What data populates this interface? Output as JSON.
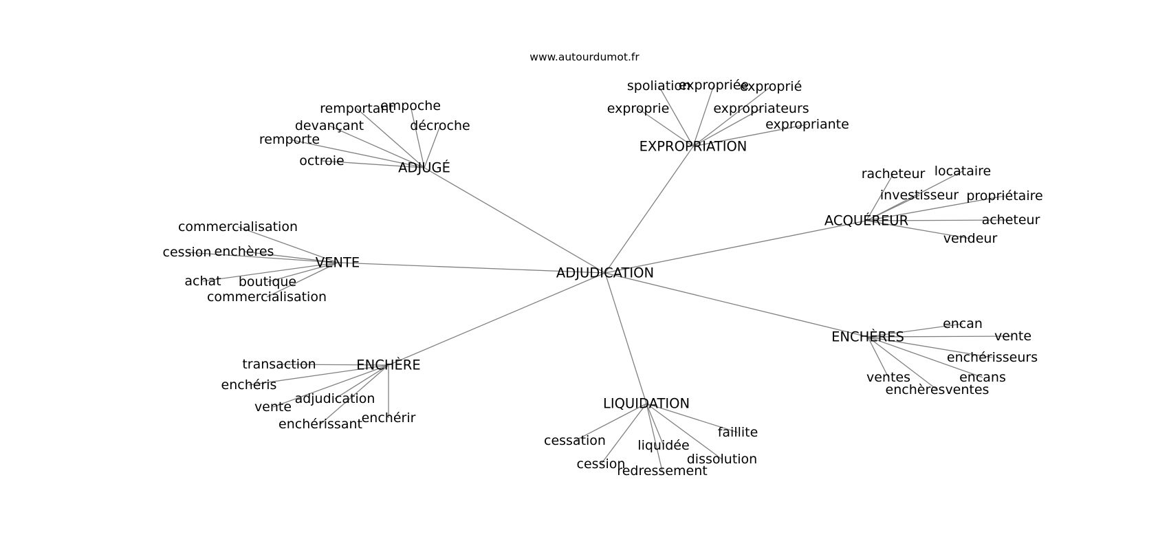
{
  "site": "www.autourdumot.fr",
  "center": "ADJUDICATION",
  "hubs": [
    {
      "label": "ADJUGÉ",
      "words": [
        "remportant",
        "empoche",
        "décroche",
        "devançant",
        "remporte",
        "octroie"
      ]
    },
    {
      "label": "EXPROPRIATION",
      "words": [
        "spoliation",
        "expropriée",
        "exproprié",
        "exproprie",
        "expropriateurs",
        "expropriante"
      ]
    },
    {
      "label": "ACQUÉREUR",
      "words": [
        "racheteur",
        "locataire",
        "investisseur",
        "propriétaire",
        "acheteur",
        "vendeur"
      ]
    },
    {
      "label": "VENTE",
      "words": [
        "commercialisation",
        "cession",
        "enchères",
        "achat",
        "boutique",
        "commercialisation"
      ]
    },
    {
      "label": "ENCHÈRES",
      "words": [
        "encan",
        "vente",
        "enchérisseurs",
        "encans",
        "ventes",
        "enchèresventes"
      ]
    },
    {
      "label": "ENCHÈRE",
      "words": [
        "transaction",
        "enchéris",
        "adjudication",
        "vente",
        "enchérir",
        "enchérissant"
      ]
    },
    {
      "label": "LIQUIDATION",
      "words": [
        "cessation",
        "faillite",
        "liquidée",
        "dissolution",
        "cession",
        "redressement"
      ]
    }
  ]
}
